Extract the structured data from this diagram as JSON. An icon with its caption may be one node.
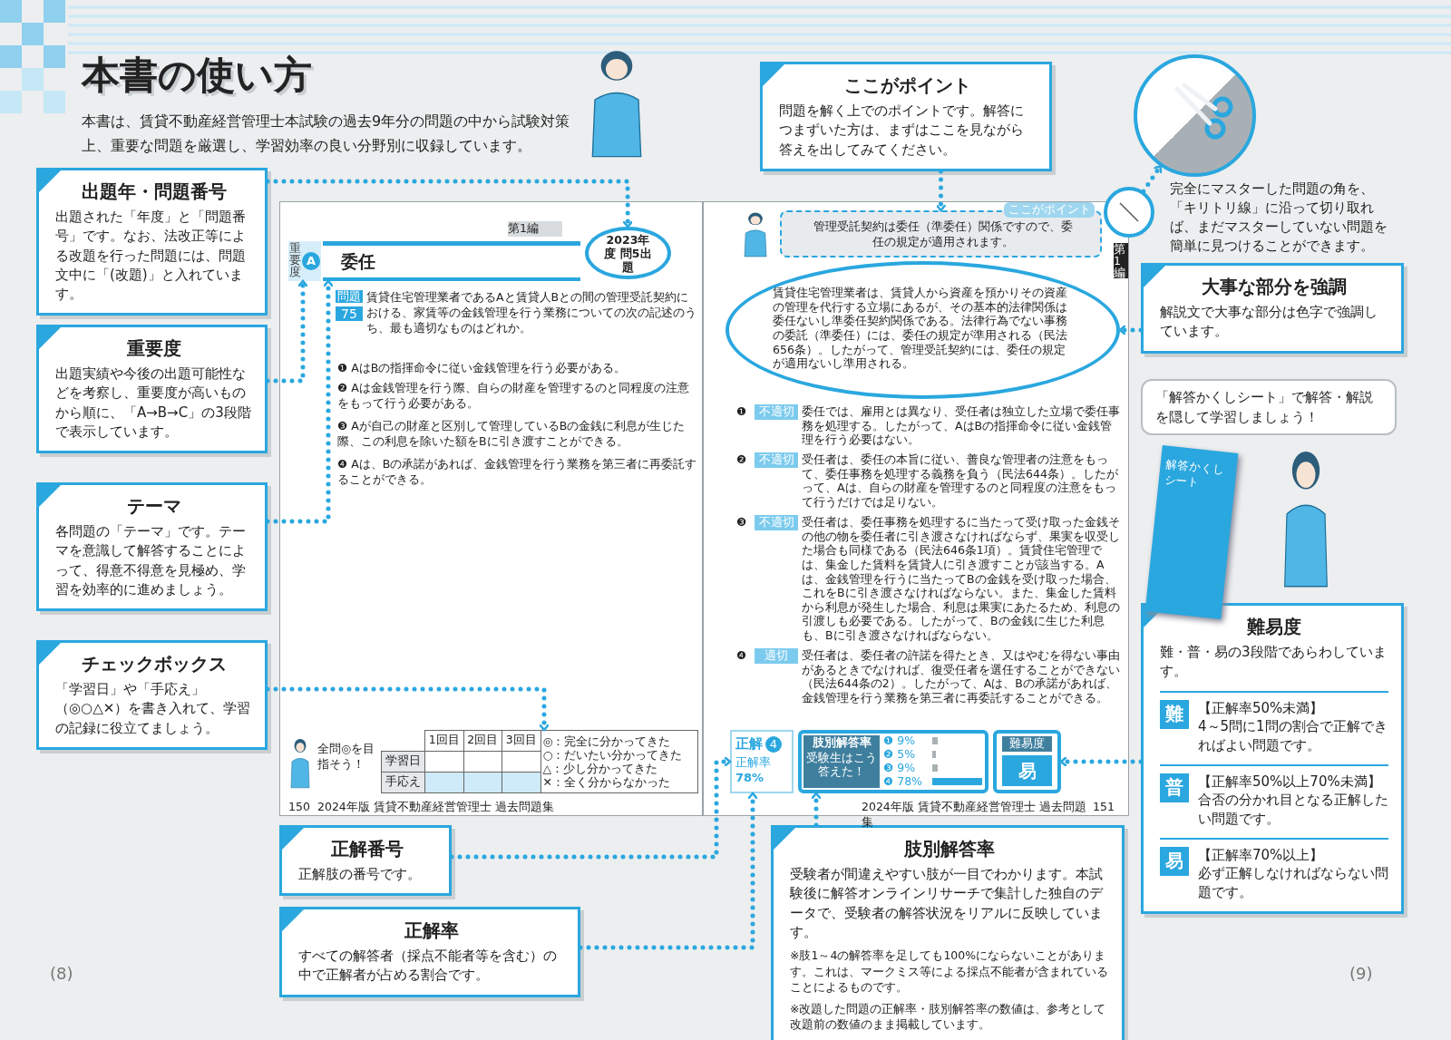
{
  "diagram": {
    "title": "本書の使い方",
    "nodes": [
      {
        "text": [
          "出題年・問題番号",
          "出題された「年度」と「問題番号」です。なお、法改正等による改題を行った問題には、問題文中に「(改題)」と入れています。"
        ]
      },
      {
        "text": [
          "重要度",
          "出題実績や今後の出題可能性などを考察し、重要度が高いものから順に、「A→B→C」の3段階で表示しています。"
        ]
      },
      {
        "text": [
          "テーマ",
          "各問題の「テーマ」です。テーマを意識して解答することによって、得意不得意を見極め、学習を効率的に進めましょう。"
        ]
      },
      {
        "text": [
          "チェックボックス",
          "「学習日」や「手応え」（◎○△✕）を書き入れて、学習の記録に役立てましょう。"
        ]
      },
      {
        "text": [
          "正解番号",
          "正解肢の番号です。"
        ]
      },
      {
        "text": [
          "正解率",
          "すべての解答者（採点不能者等を含む）の中で正解者が占める割合です。"
        ]
      },
      {
        "text": [
          "ここがポイント",
          "問題を解く上でのポイントです。解答につまずいた方は、まずはここを見ながら答えを出してみてください。"
        ]
      },
      {
        "text": [
          "大事な部分を強調",
          "解説文で大事な部分は色字で強調しています。"
        ]
      },
      {
        "text": [
          "肢別解答率",
          "受験者が間違えやすい肢が一目でわかります。本試験後に解答オンラインリサーチで集計した独自のデータで、受験者の解答状況をリアルに反映しています。",
          "※肢1～4の解答率を足しても100%にならないことがあります。これは、マークミス等による採点不能者が含まれていることによるものです。",
          "※改題した問題の正解率・肢別解答率の数値は、参考として改題前の数値のまま掲載しています。"
        ]
      },
      {
        "text": [
          "難易度",
          "難・普・易の3段階であらわしています。"
        ]
      },
      {
        "text": [
          "難",
          "【正解率50%未満】",
          "4～5問に1問の割合で正解できればよい問題です。"
        ],
        "in": 9
      },
      {
        "text": [
          "普",
          "【正解率50%以上70%未満】",
          "合否の分かれ目となる正解したい問題です。"
        ],
        "in": 9
      },
      {
        "text": [
          "易",
          "【正解率70%以上】",
          "必ず正解しなければならない問題です。"
        ],
        "in": 9
      },
      {
        "text": [
          "2023年度 問5出題"
        ]
      },
      {
        "text": [
          "重要度",
          "A"
        ]
      },
      {
        "text": [
          "委任"
        ]
      },
      {
        "text": [
          "1回目",
          "2回目",
          "3回目",
          "学習日",
          "手応え",
          "◎：完全に分かってきた",
          "○：だいたい分かってきた",
          "△：少し分かってきた",
          "✕：全く分からなかった"
        ]
      },
      {
        "text": [
          "正解",
          "4",
          "正解率",
          "78%"
        ]
      },
      {
        "text": [
          "肢別解答率",
          "受験生はこう答えた！",
          "❶ 9%",
          "❷ 5%",
          "❸ 9%",
          "❹ 78%"
        ]
      },
      {
        "text": [
          "難易度",
          "易"
        ]
      },
      {
        "text": [
          "ここがポイント",
          "管理受託契約は委任（準委任）関係ですので、委任の規定が適用されます。"
        ]
      },
      {
        "text": [],
        "shape": "ellipse"
      },
      {
        "text": [],
        "shape": "circle"
      },
      {
        "text": [],
        "shape": "picture"
      },
      {
        "text": [
          "「解答かくしシート」で解答・解説を隠して学習しましょう！"
        ]
      }
    ],
    "edges": [
      {
        "from": 0,
        "to": 13,
        "arrow": "to"
      },
      {
        "from": 1,
        "to": 14,
        "arrow": "to"
      },
      {
        "from": 2,
        "to": 15,
        "arrow": "to"
      },
      {
        "from": 3,
        "to": 16,
        "arrow": "to"
      },
      {
        "from": 4,
        "to": 17,
        "arrow": "to"
      },
      {
        "from": 5,
        "to": 17,
        "arrow": "to"
      },
      {
        "from": 6,
        "to": 20,
        "arrow": "to"
      },
      {
        "from": 7,
        "to": 21,
        "arrow": "to"
      },
      {
        "from": 8,
        "to": 18,
        "arrow": "to"
      },
      {
        "from": 9,
        "to": 19,
        "arrow": "to"
      },
      {
        "from": 22,
        "to": 23,
        "arrow": "to"
      }
    ],
    "labels": [
      "本書は、賃貸不動産経営管理士本試験の過去9年分の問題の中から試験対策上、重要な問題を厳選し、学習効率の良い分野別に収録しています。",
      "完全にマスターした問題の角を、「キリトリ線」に沿って切り取れば、まだマスターしていない問題を簡単に見つけることができます。",
      "第1編",
      "問題",
      "75",
      "賃貸住宅管理業者であるAと賃貸人Bとの間の管理受託契約における、家賃等の金銭管理を行う業務についての次の記述のうち、最も適切なものはどれか。",
      "❶ AはBの指揮命令に従い金銭管理を行う必要がある。",
      "❷ Aは金銭管理を行う際、自らの財産を管理するのと同程度の注意をもって行う必要がある。",
      "❸ Aが自己の財産と区別して管理しているBの金銭に利息が生じた際、この利息を除いた額をBに引き渡すことができる。",
      "❹ Aは、Bの承諾があれば、金銭管理を行う業務を第三者に再委託することができる。",
      "全問◎を目指そう！",
      "150",
      "2024年版 賃貸不動産経営管理士 過去問題集",
      "第1編",
      "賃貸住宅管理業者は、賃貸人から資産を預かりその資産の管理を代行する立場にあるが、その基本的法律関係は委任ないし準委任契約関係である。法律行為でない事務の委託（準委任）には、委任の規定が準用される（民法656条）。したがって、管理受託契約には、委任の規定が適用ないし準用される。",
      "❶",
      "不適切",
      "委任では、雇用とは異なり、受任者は独立した立場で委任事務を処理する。したがって、AはBの指揮命令に従い金銭管理を行う必要はない。",
      "❷",
      "不適切",
      "受任者は、委任の本旨に従い、善良な管理者の注意をもって、委任事務を処理する義務を負う（民法644条）。したがって、Aは、自らの財産を管理するのと同程度の注意をもって行うだけでは足りない。",
      "❸",
      "不適切",
      "受任者は、委任事務を処理するに当たって受け取った金銭その他の物を委任者に引き渡さなければならず、果実を収受した場合も同様である（民法646条1項）。賃貸住宅管理では、集金した賃料を賃貸人に引き渡すことが該当する。Aは、金銭管理を行うに当たってBの金銭を受け取った場合、これをBに引き渡さなければならない。また、集金した賃料から利息が発生した場合、利息は果実にあたるため、利息の引渡しも必要である。したがって、Bの金銭に生じた利息も、Bに引き渡さなければならない。",
      "❹",
      "適切",
      "受任者は、委任者の許諾を得たとき、又はやむを得ない事由があるときでなければ、復受任者を選任することができない（民法644条の2）。したがって、Aは、Bの承諾があれば、金銭管理を行う業務を第三者に再委託することができる。",
      "解答かくしシート",
      "2024年版 賃貸不動産経営管理士 過去問題集",
      "151",
      "(8)",
      "(9)"
    ]
  }
}
